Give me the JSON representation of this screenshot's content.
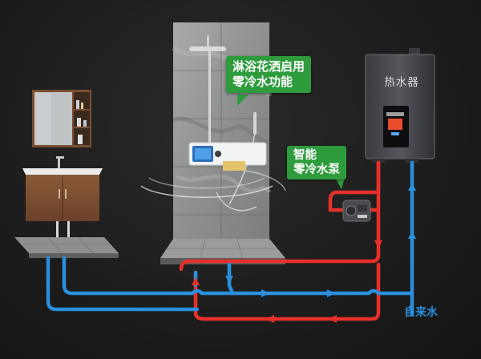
{
  "callouts": {
    "shower": {
      "line1": "淋浴花洒启用",
      "line2": "零冷水功能"
    },
    "pump": {
      "line1": "智能",
      "line2": "零冷水泵"
    }
  },
  "heater": {
    "label": "热水器"
  },
  "supply": {
    "label": "自来水"
  },
  "colors": {
    "hot": "#e8302a",
    "cold": "#2a8fdc",
    "callout": "#2e9c3c",
    "background": "#1b1b1b"
  }
}
